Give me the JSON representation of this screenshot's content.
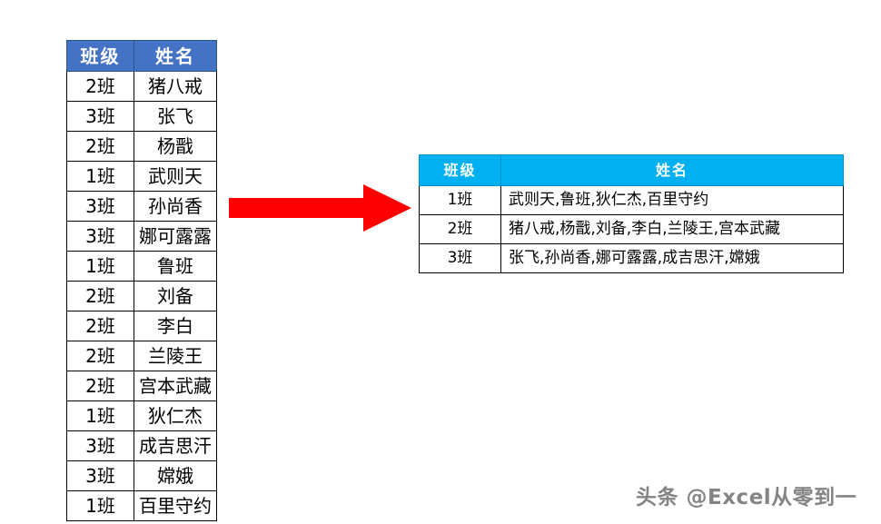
{
  "source_table": {
    "name": "source-roster",
    "headers": [
      "班级",
      "姓名"
    ],
    "header_color": "#4472C4",
    "rows": [
      {
        "class": "2班",
        "name": "猪八戒"
      },
      {
        "class": "3班",
        "name": "张飞"
      },
      {
        "class": "2班",
        "name": "杨戬"
      },
      {
        "class": "1班",
        "name": "武则天"
      },
      {
        "class": "3班",
        "name": "孙尚香"
      },
      {
        "class": "3班",
        "name": "娜可露露"
      },
      {
        "class": "1班",
        "name": "鲁班"
      },
      {
        "class": "2班",
        "name": "刘备"
      },
      {
        "class": "2班",
        "name": "李白"
      },
      {
        "class": "2班",
        "name": "兰陵王"
      },
      {
        "class": "2班",
        "name": "宫本武藏"
      },
      {
        "class": "1班",
        "name": "狄仁杰"
      },
      {
        "class": "3班",
        "name": "成吉思汗"
      },
      {
        "class": "3班",
        "name": "嫦娥"
      },
      {
        "class": "1班",
        "name": "百里守约"
      }
    ]
  },
  "result_table": {
    "name": "grouped-roster",
    "headers": [
      "班级",
      "姓名"
    ],
    "header_color": "#00B0F0",
    "rows": [
      {
        "class": "1班",
        "names": "武则天,鲁班,狄仁杰,百里守约"
      },
      {
        "class": "2班",
        "names": "猪八戒,杨戬,刘备,李白,兰陵王,宫本武藏"
      },
      {
        "class": "3班",
        "names": "张飞,孙尚香,娜可露露,成吉思汗,嫦娥"
      }
    ]
  },
  "arrow": {
    "icon": "right-block-arrow-icon",
    "color": "#FF0000"
  },
  "watermark": {
    "text": "头条 @Excel从零到一"
  }
}
